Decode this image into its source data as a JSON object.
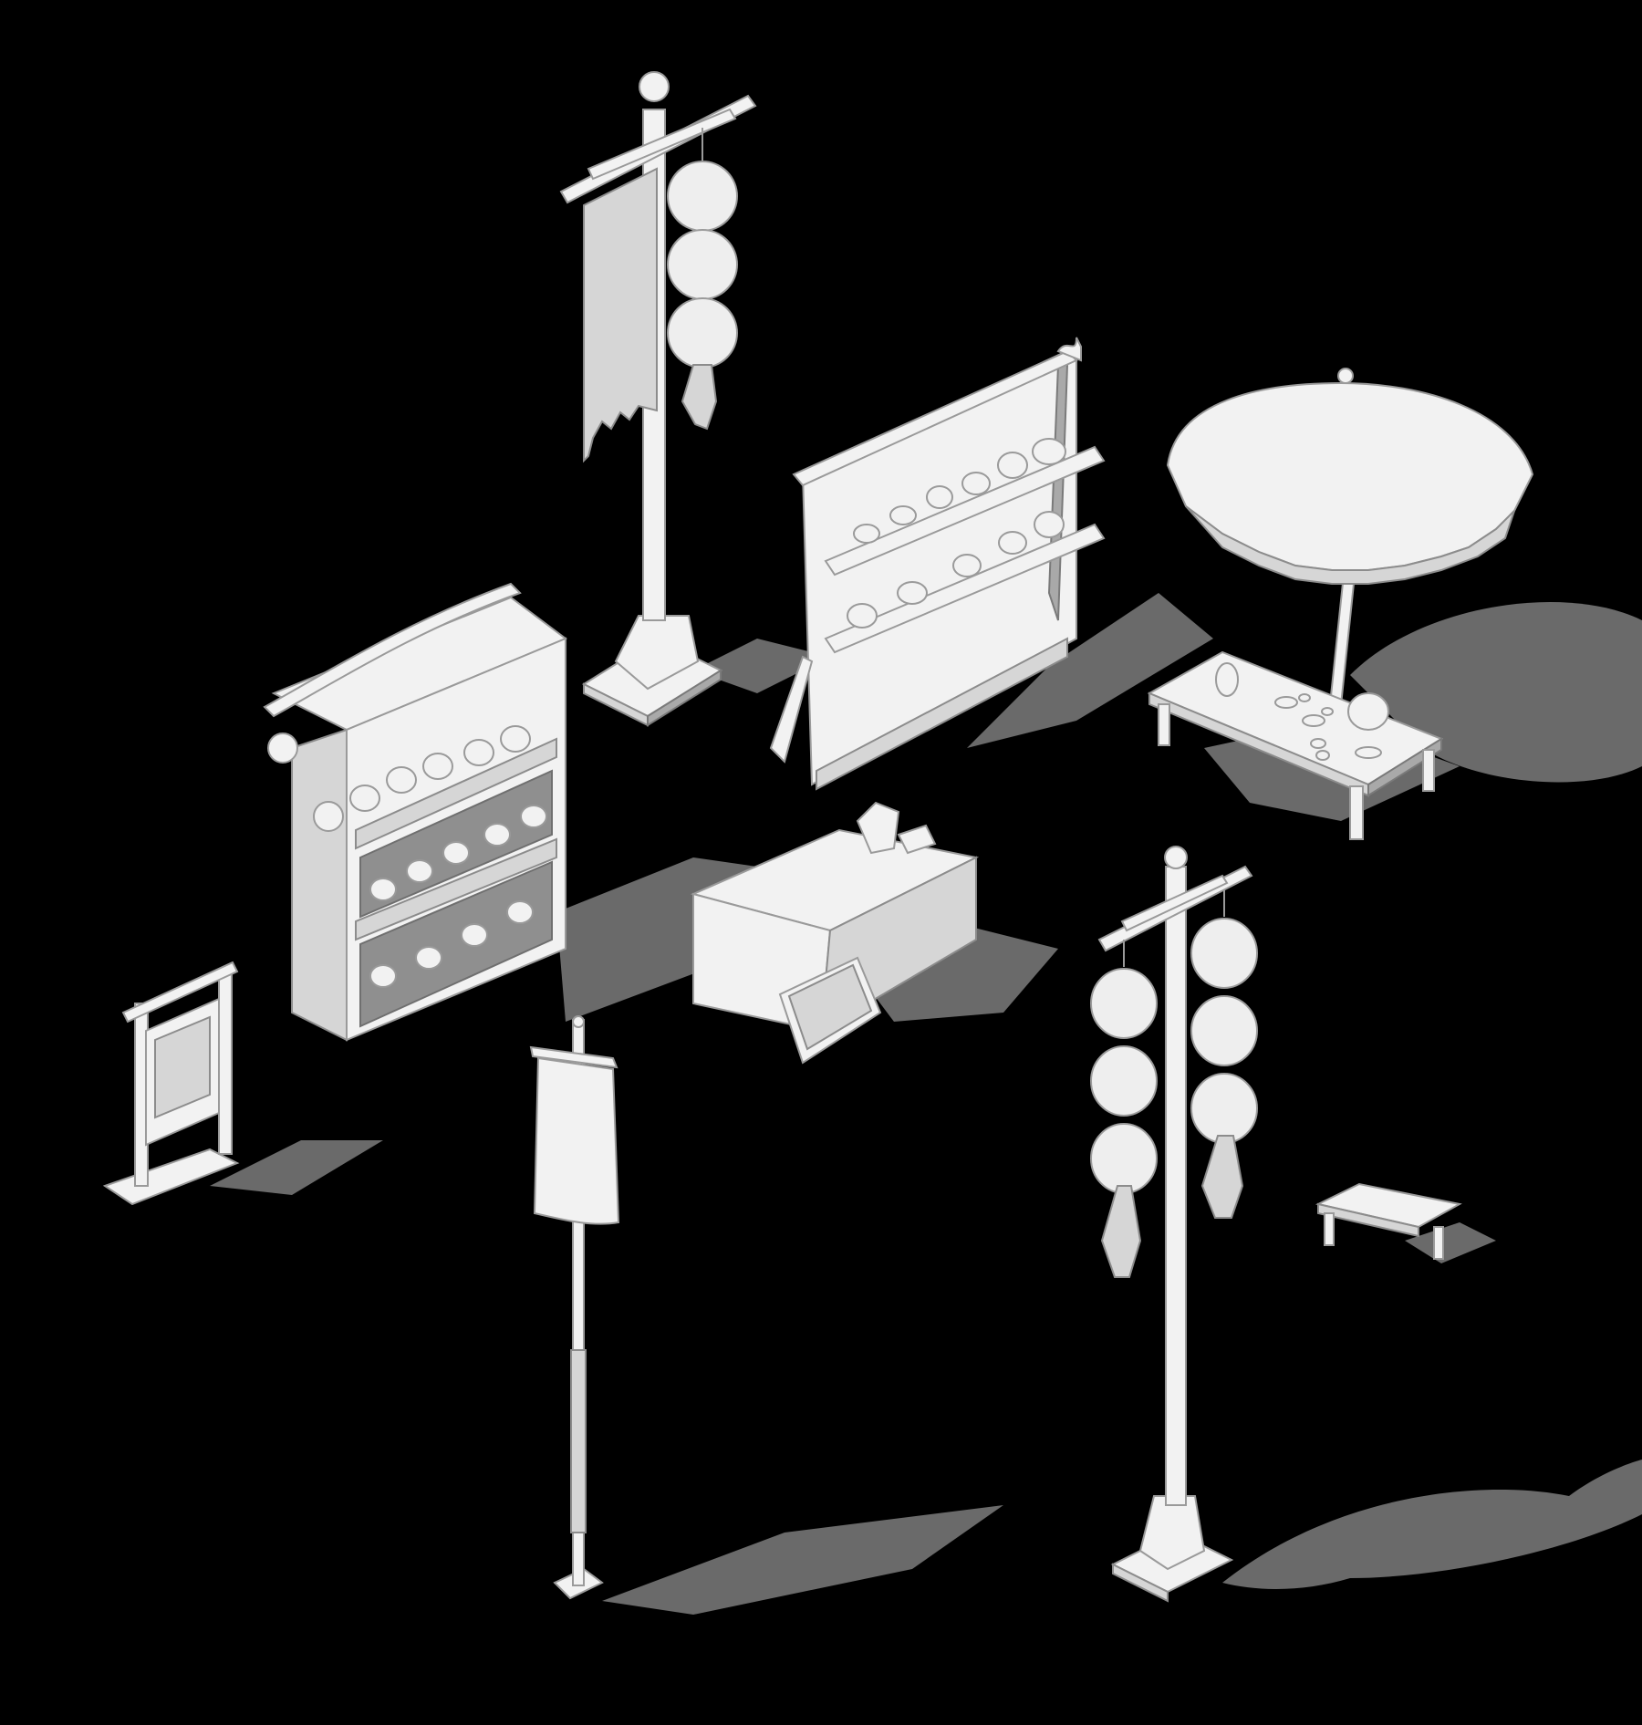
{
  "scene": {
    "background_color": "#000000",
    "model_color": "#f2f2f2",
    "shadow_color": "#6a6a6a",
    "props": [
      "banner-pole-with-lanterns",
      "wall-shelf-stall",
      "market-umbrella",
      "low-tea-table",
      "curio-cabinet-stall",
      "draped-table-with-sign",
      "hanging-sign-stand",
      "flag-pole",
      "double-lantern-pole",
      "small-bench"
    ]
  }
}
